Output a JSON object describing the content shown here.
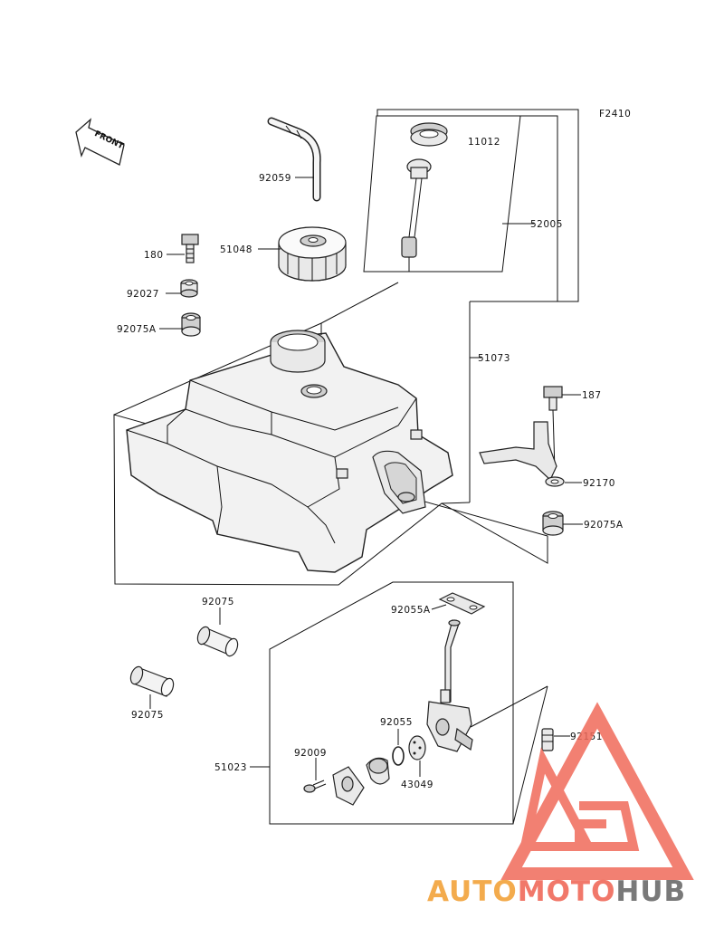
{
  "figure_code": "F2410",
  "front_label": "FRONT",
  "parts": {
    "p11012": "11012",
    "p52005": "52005",
    "p92059": "92059",
    "p180": "180",
    "p51048": "51048",
    "p92027": "92027",
    "p92075A_left": "92075A",
    "p51073": "51073",
    "p187": "187",
    "p92170": "92170",
    "p92075A_right": "92075A",
    "p92075_top": "92075",
    "p92075_bottom": "92075",
    "p92055A": "92055A",
    "p92055": "92055",
    "p92009": "92009",
    "p51023": "51023",
    "p43049": "43049",
    "p92151": "92151"
  },
  "watermark": {
    "auto": "AUTO",
    "moto": "MOTO",
    "hub": "HUB"
  },
  "colors": {
    "watermark_red": "#f06a5a",
    "watermark_orange": "#f2a33a",
    "watermark_gray": "#6b6b6b"
  }
}
